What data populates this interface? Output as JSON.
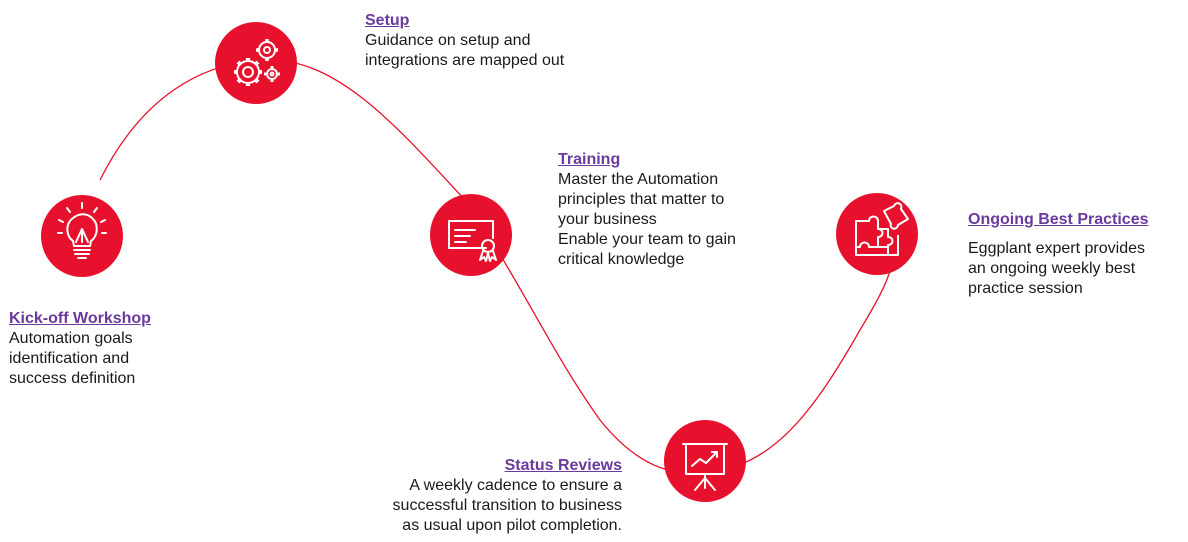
{
  "colors": {
    "accent": "#e8112d",
    "title": "#6a3a9c",
    "text": "#1a1a1a"
  },
  "steps": [
    {
      "icon": "lightbulb-icon",
      "title": "Kick-off Workshop",
      "description": "Automation goals\nidentification and\nsuccess definition"
    },
    {
      "icon": "gears-icon",
      "title": "Setup",
      "description": "Guidance on setup and\nintegrations are mapped out"
    },
    {
      "icon": "certificate-icon",
      "title": "Training",
      "description": "Master the Automation\nprinciples that matter to\nyour business\nEnable your team to gain\ncritical knowledge"
    },
    {
      "icon": "presentation-chart-icon",
      "title": "Status Reviews",
      "description": "A weekly cadence to ensure a\nsuccessful transition to business\nas usual upon pilot completion."
    },
    {
      "icon": "puzzle-icon",
      "title": "Ongoing Best Practices",
      "description": "Eggplant expert provides\nan ongoing weekly best\npractice session"
    }
  ]
}
